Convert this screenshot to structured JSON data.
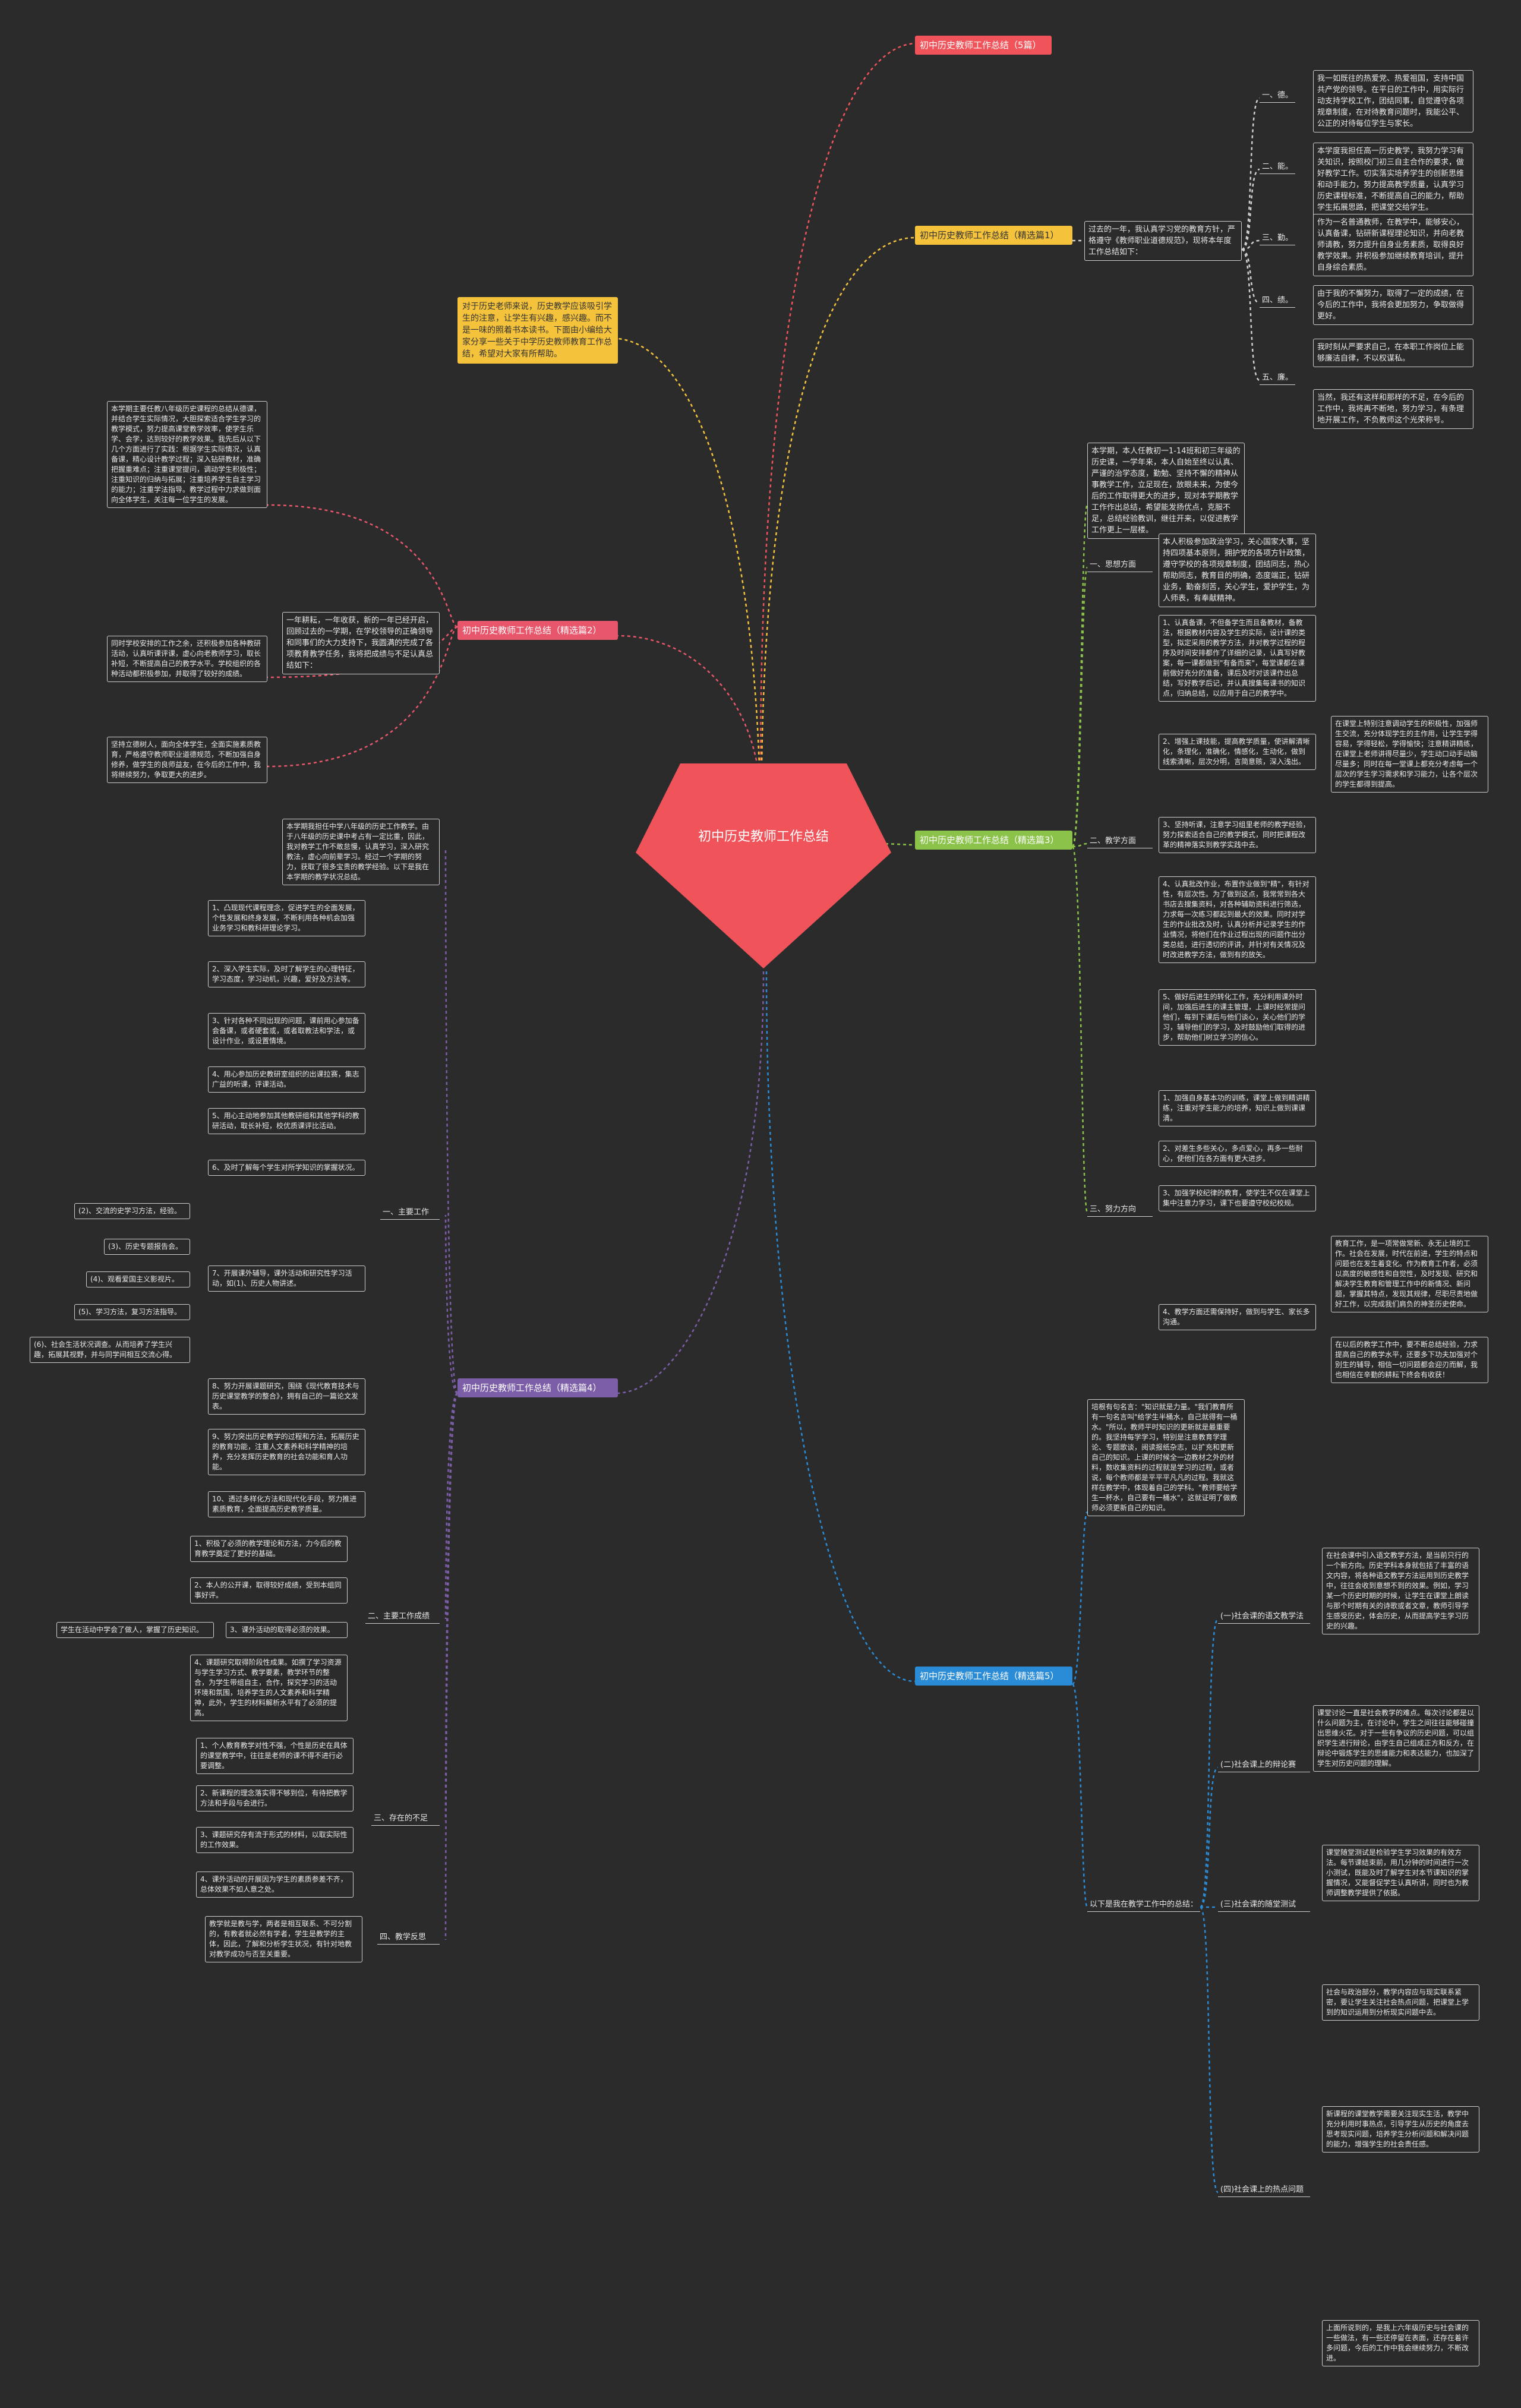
{
  "center": {
    "title": "初中历史教师工作总结",
    "color": "#f0545a"
  },
  "colors": {
    "red": "#f0545a",
    "yellow": "#f5c33b",
    "green": "#8bc34a",
    "purple": "#7b5ea7",
    "blue": "#2a8bd6",
    "pink": "#e8566b"
  },
  "intro": "对于历史老师来说，历史教学应该吸引学生的注意，让学生有兴趣，感兴趣。而不是一味的照着书本读书。下面由小编给大家分享一些关于中学历史教师教育工作总结，希望对大家有所帮助。",
  "b1": {
    "title": "初中历史教师工作总结（5篇）"
  },
  "b2": {
    "title": "初中历史教师工作总结（精选篇1）",
    "lead": "过去的一年，我认真学习党的教育方针，严格遵守《教师职业道德规范》，现将本年度工作总结如下：",
    "subs": [
      {
        "label": "一、德。",
        "text": "我一如既往的热爱党、热爱祖国，支持中国共产党的领导。在平日的工作中，用实际行动支持学校工作，团结同事，自觉遵守各项规章制度，在对待教育问题时，我能公平、公正的对待每位学生与家长。"
      },
      {
        "label": "二、能。",
        "text": "本学度我担任高一历史教学，我努力学习有关知识，按照校门初三自主合作的要求，做好教学工作。切实落实培养学生的创新思维和动手能力，努力提高教学质量，认真学习历史课程标准，不断提高自己的能力，帮助学生拓展思路，把课堂交给学生。"
      },
      {
        "label": "三、勤。",
        "text": "作为一名普通教师，在教学中，能够安心，认真备课，钻研新课程理论知识，并向老教师请教，努力提升自身业务素质，取得良好教学效果。并积极参加继续教育培训，提升自身综合素质。"
      },
      {
        "label": "四、绩。",
        "text": "由于我的不懈努力，取得了一定的成绩，在今后的工作中，我将会更加努力，争取做得更好。"
      },
      {
        "label": "五、廉。",
        "text": "我时刻从严要求自己，在本职工作岗位上能够廉洁自律，不以权谋私。",
        "text2": "当然，我还有这样和那样的不足，在今后的工作中，我将再不断地，努力学习，有条理地开展工作，不负教师这个光荣称号。"
      }
    ]
  },
  "b3": {
    "title": "初中历史教师工作总结（精选篇2）",
    "lead": "一年耕耘，一年收获，新的一年已经开启，回顾过去的一学期，在学校领导的正确领导和同事们的大力支持下，我圆满的完成了各项教育教学任务，我将把成绩与不足认真总结如下：",
    "p1": "本学期主要任教八年级历史课程的总结从德课，并结合学生实际情况，大胆探索适合学生学习的教学模式，努力提高课堂教学效率，使学生乐学、会学，达到较好的教学效果。我先后从以下几个方面进行了实践：根据学生实际情况，认真备课，精心设计教学过程；深入钻研教材，准确把握重难点；注重课堂提问，调动学生积极性；注重知识的归纳与拓展；注重培养学生自主学习的能力；注重学法指导。教学过程中力求做到面向全体学生，关注每一位学生的发展。",
    "p2": "同时学校安排的工作之余，还积极参加各种教研活动，认真听课评课，虚心向老教师学习，取长补短，不断提高自己的教学水平。学校组织的各种活动都积极参加，并取得了较好的成绩。",
    "p3": "坚持立德树人，面向全体学生，全面实施素质教育，严格遵守教师职业道德规范，不断加强自身修养，做学生的良师益友，在今后的工作中，我将继续努力，争取更大的进步。"
  },
  "b4": {
    "title": "初中历史教师工作总结（精选篇3）",
    "lead": "本学期，本人任教初一1-14班和初三年级的历史课，一学年来，本人自始至终以认真、严谨的治学态度，勤勉、坚持不懈的精神从事教学工作，立足现在，放眼未来，为使今后的工作取得更大的进步，现对本学期教学工作作出总结，希望能发扬优点，克服不足，总结经验教训，继往开来，以促进教学工作更上一层楼。",
    "s1": {
      "label": "一、思想方面",
      "text": "本人积极参加政治学习，关心国家大事，坚持四项基本原则，拥护党的各项方针政策，遵守学校的各项规章制度，团结同志，热心帮助同志，教育目的明确，态度端正，钻研业务，勤奋刻苦，关心学生，爱护学生，为人师表，有奉献精神。"
    },
    "s2": {
      "label": "二、教学方面",
      "items": [
        "1、认真备课，不但备学生而且备教材，备教法，根据教材内容及学生的实际，设计课的类型，拟定采用的教学方法，并对教学过程的程序及时间安排都作了详细的记录，认真写好教案，每一课都做到\"有备而来\"，每堂课都在课前做好充分的准备，课后及时对该课作出总结，写好教学后记，并认真搜集每课书的知识点，归纳总结，以应用于自己的教学中。",
        "2、增强上课技能，提高教学质量，使讲解清晰化，条理化，准确化，情感化，生动化，做到线索清晰，层次分明，言简意赅，深入浅出。",
        "3、坚持听课，注意学习组里老师的教学经验，努力探索适合自己的教学模式，同时把课程改革的精神落实到教学实践中去。",
        "4、认真批改作业，布置作业做到\"精\"，有针对性，有层次性。为了做到这点，我常常到各大书店去搜集资料，对各种辅助资料进行筛选，力求每一次练习都起到最大的效果。同时对学生的作业批改及时，认真分析并记录学生的作业情况，将他们在作业过程出现的问题作出分类总结，进行透切的评讲，并针对有关情况及时改进教学方法，做到有的放矢。",
        "5、做好后进生的转化工作，充分利用课外时间，加强后进生的课主管理，上课时经常提问他们，每到下课后与他们谈心，关心他们的学习，辅导他们的学习，及时鼓励他们取得的进步，帮助他们树立学习的信心。"
      ],
      "aside": "在课堂上特别注意调动学生的积极性，加强师生交流，充分体现学生的主作用，让学生学得容易，学得轻松，学得愉快；注意精讲精练，在课堂上老师讲得尽量少，学生动口动手动脑尽量多；同时在每一堂课上都充分考虑每一个层次的学生学习需求和学习能力，让各个层次的学生都得到提高。"
    },
    "s3": {
      "label": "三、努力方向",
      "items": [
        "1、加强自身基本功的训练，课堂上做到精讲精练，注重对学生能力的培养，知识上做到课课清。",
        "2、对差生多些关心，多点爱心，再多一些耐心，使他们在各方面有更大进步。",
        "3、加强学校纪律的教育，使学生不仅在课堂上集中注意力学习，课下也要遵守校纪校规。",
        "4、教学方面还需保持好，做到与学生、家长多沟通。"
      ],
      "aside1": "教育工作，是一项常做常新、永无止境的工作。社会在发展，时代在前进，学生的特点和问题也在发生着变化。作为教育工作者，必须以高度的敏感性和自觉性，及时发现、研究和解决学生教育和管理工作中的新情况、新问题，掌握其特点，发现其规律，尽职尽责地做好工作，以完成我们肩负的神圣历史使命。",
      "aside2": "在以后的教学工作中，要不断总结经验，力求提高自己的教学水平，还要多下功夫加强对个别生的辅导，相信一切问题都会迎刃而解，我也相信在辛勤的耕耘下终会有收获！"
    }
  },
  "b5": {
    "title": "初中历史教师工作总结（精选篇4）",
    "lead": "本学期我担任中学八年级的历史工作教学。由于八年级的历史课中考占有一定比重，因此，我对教学工作不敢怠慢，认真学习，深入研究教法，虚心向前辈学习。经过一个学期的努力，获取了很多宝贵的教学经验。以下是我在本学期的教学状况总结。",
    "s1": {
      "label": "一、主要工作",
      "items": [
        "1、凸现现代课程理念，促进学生的全面发展，个性发展和终身发展，不断利用各种机会加强业务学习和教科研理论学习。",
        "2、深入学生实际，及时了解学生的心理特征，学习态度，学习动机，兴趣，爱好及方法等。",
        "3、针对各种不同出现的问题，课前用心参加备会备课，或者硬套或，或者取教法和学法，或设计作业，或设置情境。",
        "4、用心参加历史教研室组织的出课拉赛，集志广益的听课，评课活动。",
        "5、用心主动地参加其他教研组和其他学科的教研活动，取长补短，校优质课评比活动。",
        "6、及时了解每个学生对所学知识的掌握状况。",
        "7、开展课外辅导，课外活动和研究性学习活动，如(1)、历史人物讲述。",
        "8、努力开展课题研究，围绕《现代教育技术与历史课堂教学的整合》，拥有自己的一篇论文发表。",
        "9、努力突出历史教学的过程和方法，拓展历史的教育功能，注重人文素养和科学精神的培养，充分发挥历史教育的社会功能和育人功能。",
        "10、透过多样化方法和现代化手段，努力推进素质教育，全面提高历史教学质量。"
      ],
      "leaves": [
        "(2)、交流的史学习方法，经验。",
        "(3)、历史专题报告会。",
        "(4)、观看爱国主义影视片。",
        "(5)、学习方法，复习方法指导。",
        "(6)、社会生活状况调查。从而培养了学生兴趣，拓展其视野，并与同学间相互交流心得。"
      ]
    },
    "s2": {
      "label": "二、主要工作成绩",
      "items": [
        "1、积极了必须的教学理论和方法，力今后的教育教学奠定了更好的基础。",
        "2、本人的公开课，取得较好成绩，受到本组同事好评。",
        "3、课外活动的取得必须的效果。",
        "4、课题研究取得阶段性成果。如撰了学习资源与学生学习方式、教学要素，教学环节的整合，为学生带组自主，合作，探究学习的活动环境和氛围，培养学生的人文素养和科学精神，此外，学生的材料解析水平有了必须的提高。"
      ],
      "leaf": "学生在活动中学会了做人，掌握了历史知识。"
    },
    "s3": {
      "label": "三、存在的不足",
      "items": [
        "1、个人教育教学对性不强，个性是历史在具体的课堂教学中，往往是老师的课不得不进行必要调整。",
        "2、新课程的理念落实得不够到位，有待把教学方法和手段与会进行。",
        "3、课题研究存有流于形式的材料，以取实际性的工作效果。",
        "4、课外活动的开展因为学生的素质参差不齐，总体效果不如人意之处。"
      ]
    },
    "s4": {
      "label": "四、教学反思",
      "text": "教学就是教与学，两者是相互联系、不可分割的，有教者就必然有学者，学生是教学的主体，因此，了解和分析学生状况，有针对地教对教学成功与否至关重要。"
    }
  },
  "b6": {
    "title": "初中历史教师工作总结（精选篇5）",
    "lead": "培根有句名言：\"知识就是力量。\"我们教育所有一句名言叫\"给学生半桶水，自己就得有一桶水。\"所以，教师平时知识的更新就是最重要的。我坚持每学学习，特别是注意教育学理论、专题歌谈，阅读报纸杂志，以扩充和更新自己的知识。上课的时候全一边教材之外的材料，数收集资料的过程就是学习的过程，或者说，每个教师都是平平平凡凡的过程。我就这样在教学中，体现着自己的学科。\"教师要给学生一杯水，自己要有一桶水\"，这就证明了做教师必须更新自己的知识。",
    "mid": "以下是我在教学工作中的总结：",
    "subs": [
      {
        "label": "(一)社会课的语文教学法",
        "text": "在社会课中引入语文教学方法，是当前只行的一个新方向。历史学科本身就包括了丰富的语文内容，将各种语文教学方法运用到历史教学中，往往会收到意想不到的效果。例如，学习某一个历史时期的时候，让学生在课堂上朗读与那个时期有关的诗歌或者文章，教师引导学生感受历史，体会历史，从而提高学生学习历史的兴趣。"
      },
      {
        "label": "(二)社会课上的辩论赛",
        "text": "课堂讨论一直是社会教学的难点。每次讨论都是以什么问题为主，在讨论中，学生之间往往能够碰撞出思维火花。对于一些有争议的历史问题，可以组织学生进行辩论，由学生自己组成正方和反方，在辩论中锻炼学生的思维能力和表达能力，也加深了学生对历史问题的理解。"
      },
      {
        "label": "(三)社会课的随堂测试",
        "text": "课堂随堂测试是检验学生学习效果的有效方法。每节课结束前，用几分钟的时间进行一次小测试，既能及时了解学生对本节课知识的掌握情况，又能督促学生认真听讲，同时也为教师调整教学提供了依据。"
      },
      {
        "label": "(四)社会课上的热点问题",
        "text": "社会与政治部分，教学内容应与现实联系紧密，要让学生关注社会热点问题，把课堂上学到的知识运用到分析现实问题中去。",
        "text2": "新课程的课堂教学需要关注现实生活，教学中充分利用时事热点，引导学生从历史的角度去思考现实问题，培养学生分析问题和解决问题的能力，增强学生的社会责任感。",
        "text3": "上面所说到的，是我上六年级历史与社会课的一些做法，有一些还停留在表面，还存在着许多问题，今后的工作中我会继续努力，不断改进。"
      }
    ]
  }
}
